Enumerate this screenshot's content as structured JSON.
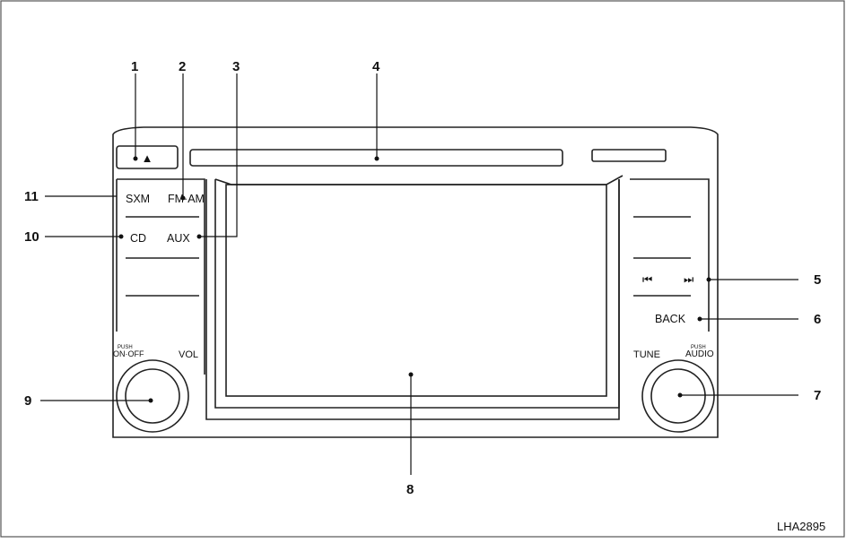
{
  "callouts": {
    "c1": "1",
    "c2": "2",
    "c3": "3",
    "c4": "4",
    "c5": "5",
    "c6": "6",
    "c7": "7",
    "c8": "8",
    "c9": "9",
    "c10": "10",
    "c11": "11"
  },
  "buttons": {
    "eject": "▲",
    "sxm": "SXM",
    "fm_am": "FM·AM",
    "cd": "CD",
    "aux": "AUX",
    "prev_track": "⏮",
    "next_track": "⏭",
    "back": "BACK"
  },
  "knob_labels": {
    "push_left": "PUSH",
    "on_off": "ON·OFF",
    "vol": "VOL",
    "push_right": "PUSH",
    "audio": "AUDIO",
    "tune": "TUNE"
  },
  "figure_id": "LHA2895"
}
